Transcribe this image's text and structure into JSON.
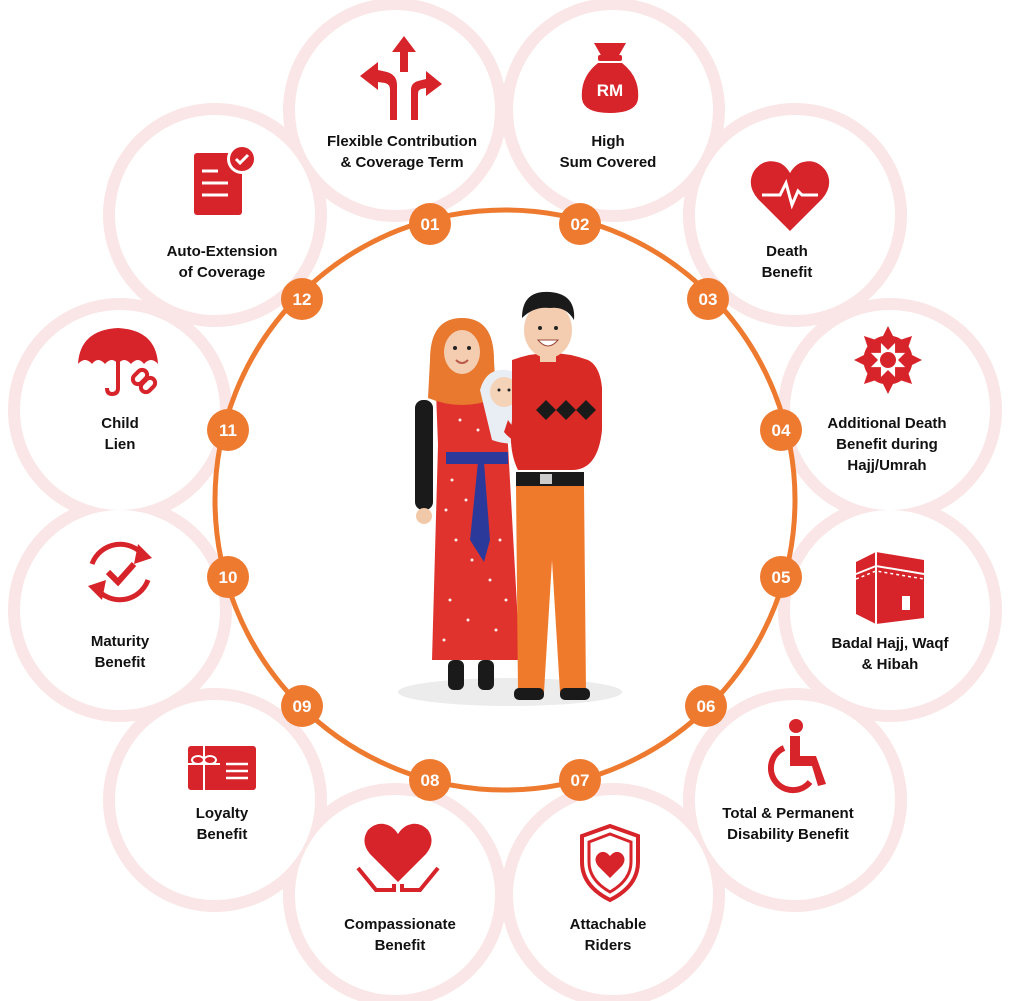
{
  "colors": {
    "accent_red": "#d7232a",
    "ring_orange": "#ee7a30",
    "petal_pink": "#fae6e6"
  },
  "center_illustration": "family-illustration",
  "benefits": [
    {
      "number": "01",
      "lines": [
        "Flexible Contribution",
        "& Coverage Term"
      ],
      "icon": "directions-arrows-icon"
    },
    {
      "number": "02",
      "lines": [
        "High",
        "Sum Covered"
      ],
      "icon": "money-bag-icon",
      "icon_text": "RM"
    },
    {
      "number": "03",
      "lines": [
        "Death",
        "Benefit"
      ],
      "icon": "heartbeat-icon"
    },
    {
      "number": "04",
      "lines": [
        "Additional Death",
        "Benefit during",
        "Hajj/Umrah"
      ],
      "icon": "islamic-star-icon"
    },
    {
      "number": "05",
      "lines": [
        "Badal Hajj, Waqf",
        "& Hibah"
      ],
      "icon": "kaaba-icon"
    },
    {
      "number": "06",
      "lines": [
        "Total & Permanent",
        "Disability Benefit"
      ],
      "icon": "wheelchair-icon"
    },
    {
      "number": "07",
      "lines": [
        "Attachable",
        "Riders"
      ],
      "icon": "shield-heart-icon"
    },
    {
      "number": "08",
      "lines": [
        "Compassionate",
        "Benefit"
      ],
      "icon": "hands-heart-icon"
    },
    {
      "number": "09",
      "lines": [
        "Loyalty",
        "Benefit"
      ],
      "icon": "gift-card-icon"
    },
    {
      "number": "10",
      "lines": [
        "Maturity",
        "Benefit"
      ],
      "icon": "refresh-check-icon"
    },
    {
      "number": "11",
      "lines": [
        "Child",
        "Lien"
      ],
      "icon": "umbrella-link-icon"
    },
    {
      "number": "12",
      "lines": [
        "Auto-Extension",
        "of Coverage"
      ],
      "icon": "document-check-icon"
    }
  ]
}
